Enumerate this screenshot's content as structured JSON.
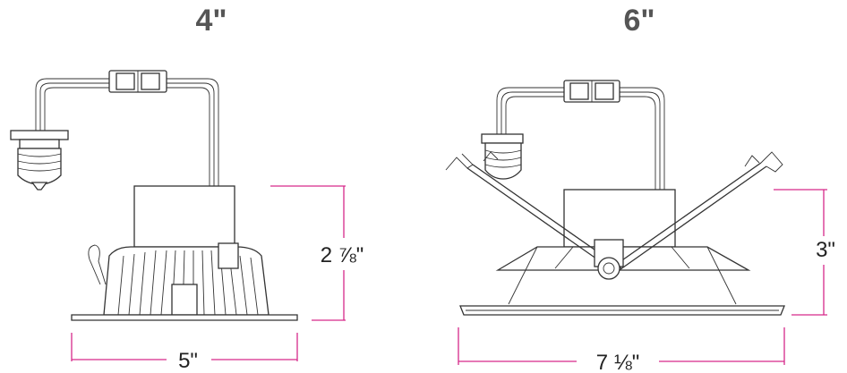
{
  "diagrams": [
    {
      "size_label": "4\"",
      "height_label": "2 ⅞\"",
      "width_label": "5\""
    },
    {
      "size_label": "6\"",
      "height_label": "3\"",
      "width_label": "7 ⅛\""
    }
  ],
  "colors": {
    "dimension_lines": "#d6298a",
    "line_art": "#333333",
    "title_text": "#555555"
  }
}
